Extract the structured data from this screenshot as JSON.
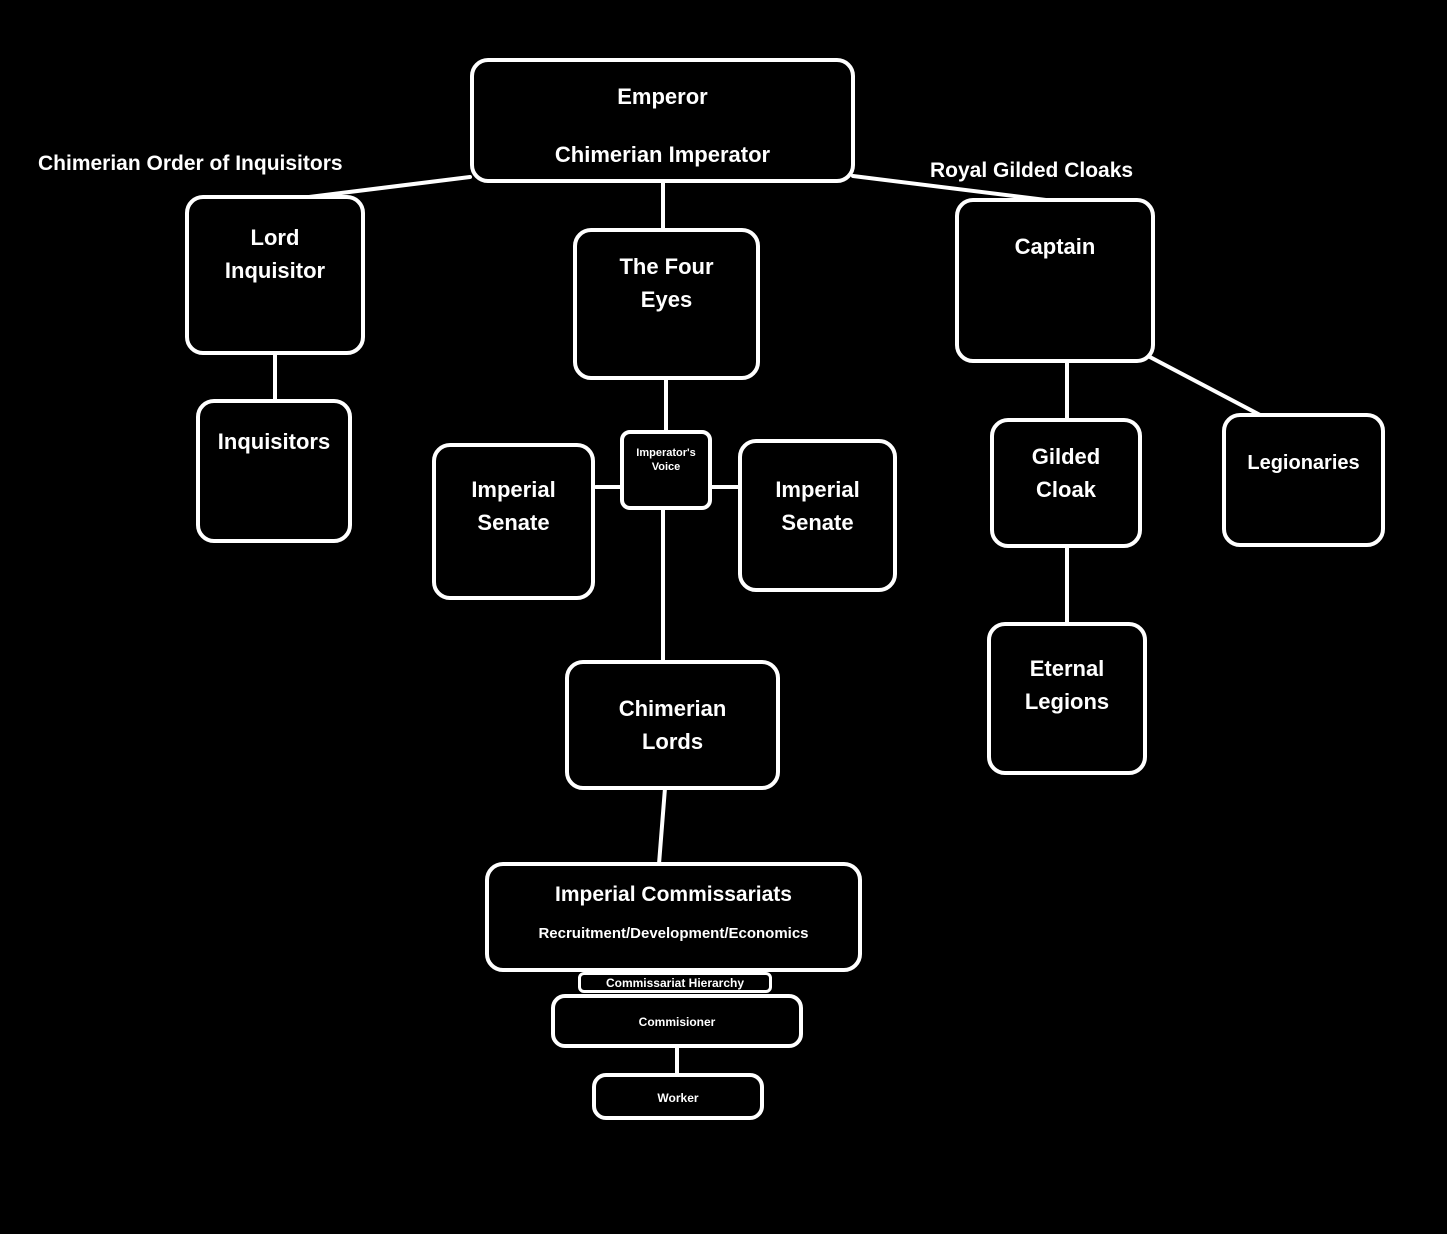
{
  "colors": {
    "background": "#000000",
    "line": "#ffffff",
    "text": "#ffffff"
  },
  "group_labels": {
    "left": "Chimerian Order of Inquisitors",
    "right": "Royal Gilded Cloaks"
  },
  "nodes": {
    "emperor": {
      "title": "Emperor",
      "subtitle": "Chimerian Imperator"
    },
    "lord_inquisitor": {
      "title": "Lord\nInquisitor"
    },
    "inquisitors": {
      "title": "Inquisitors"
    },
    "four_eyes": {
      "title": "The Four\nEyes"
    },
    "imperators_voice": {
      "title": "Imperator's\nVoice"
    },
    "imperial_senate_left": {
      "title": "Imperial\nSenate"
    },
    "imperial_senate_right": {
      "title": "Imperial\nSenate"
    },
    "chimerian_lords": {
      "title": "Chimerian\nLords"
    },
    "imperial_commissariats": {
      "title": "Imperial Commissariats",
      "subtitle": "Recruitment/Development/Economics"
    },
    "commissariat_hierarchy": {
      "title": "Commissariat Hierarchy"
    },
    "commisioner": {
      "title": "Commisioner"
    },
    "worker": {
      "title": "Worker"
    },
    "captain": {
      "title": "Captain"
    },
    "gilded_cloak": {
      "title": "Gilded\nCloak"
    },
    "legionaries": {
      "title": "Legionaries"
    },
    "eternal_legions": {
      "title": "Eternal\nLegions"
    }
  }
}
